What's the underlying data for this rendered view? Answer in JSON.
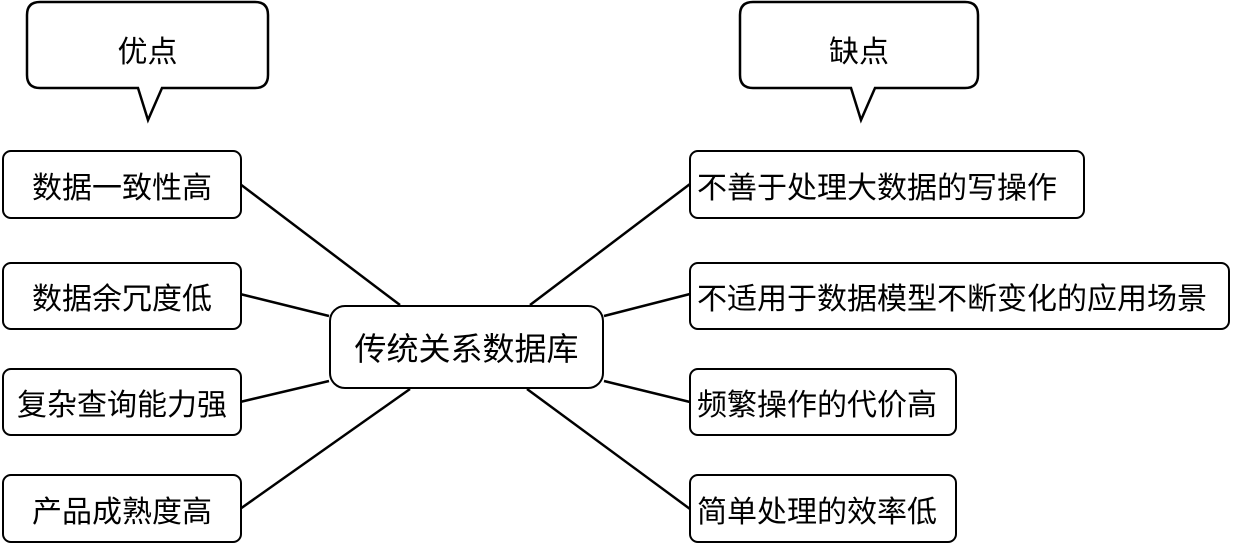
{
  "center": "传统关系数据库",
  "pros": {
    "title": "优点",
    "items": [
      "数据一致性高",
      "数据余冗度低",
      "复杂查询能力强",
      "产品成熟度高"
    ]
  },
  "cons": {
    "title": "缺点",
    "items": [
      "不善于处理大数据的写操作",
      "不适用于数据模型不断变化的应用场景",
      "频繁操作的代价高",
      "简单处理的效率低"
    ]
  }
}
